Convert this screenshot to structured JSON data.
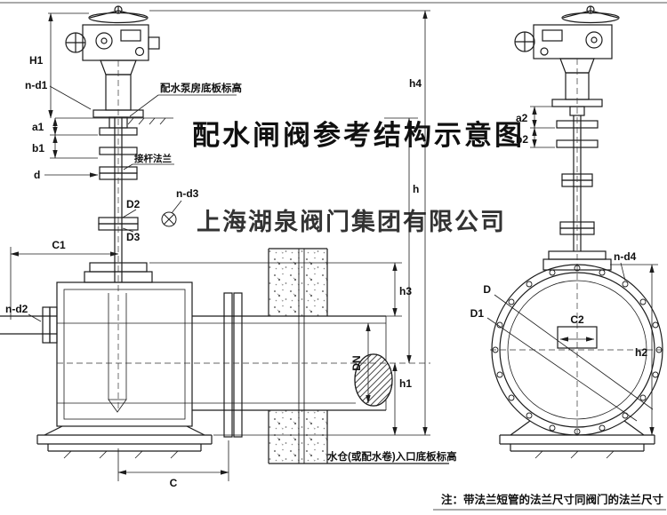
{
  "page": {
    "title": "配水闸阀参考结构示意图",
    "watermark": "上海湖泉阀门集团有限公司",
    "note": "注：带法兰短管的法兰尺寸同阀门的法兰尺寸"
  },
  "callouts": {
    "pump_floor": "配水泵房底板标高",
    "stem_flange": "接杆法兰",
    "inlet_floor": "水仓(或配水卷)入口底板标高"
  },
  "dims": {
    "H1": "H1",
    "n_d1": "n-d1",
    "a1": "a1",
    "b1": "b1",
    "d": "d",
    "D2": "D2",
    "D3": "D3",
    "n_d3": "n-d3",
    "C1": "C1",
    "n_d2": "n-d2",
    "DN": "DN",
    "h": "h",
    "h1": "h1",
    "h3": "h3",
    "h4": "h4",
    "C": "C",
    "a2": "a2",
    "b2": "b2",
    "n_d4": "n-d4",
    "D": "D",
    "D1": "D1",
    "C2": "C2",
    "h2": "h2"
  },
  "colors": {
    "title_red": "#e80000",
    "watermark_gray": "#454545",
    "line": "#1c1c1c"
  }
}
